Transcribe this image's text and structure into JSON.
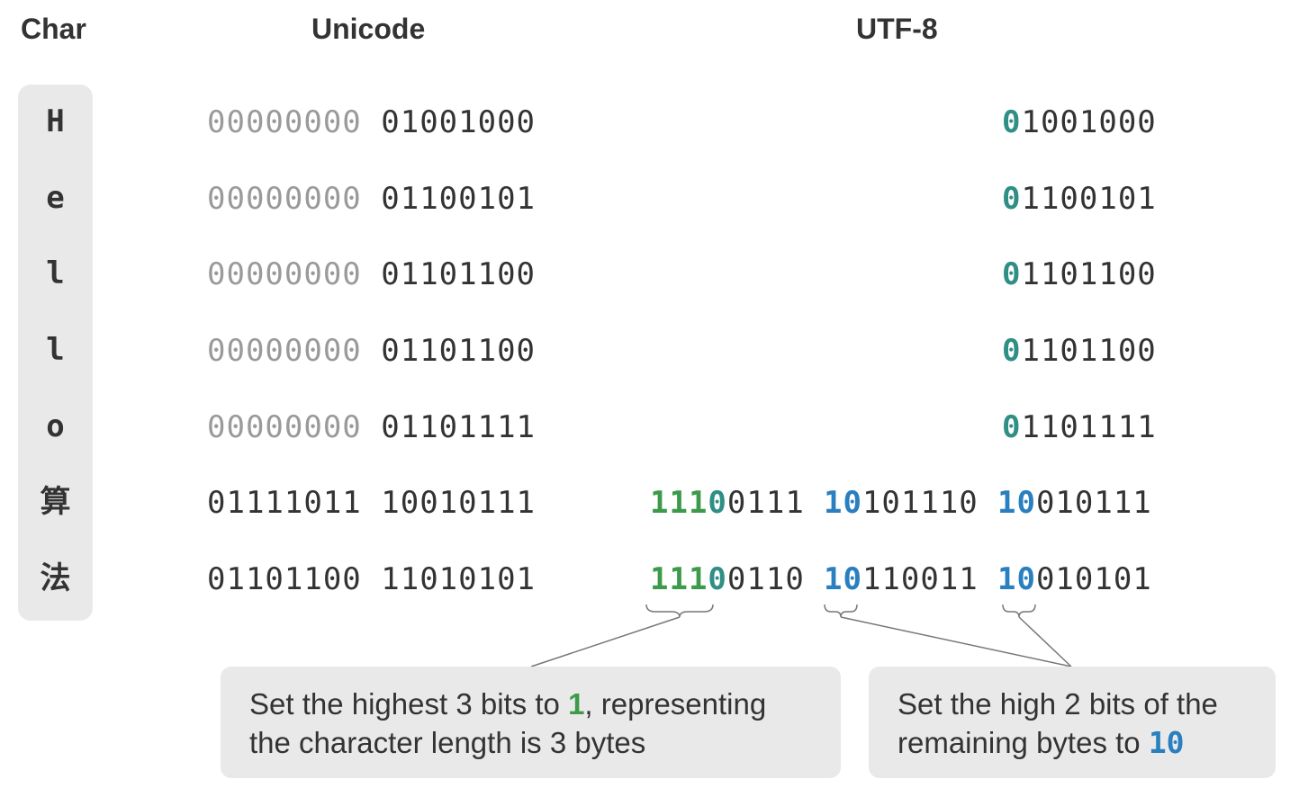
{
  "headers": {
    "char": "Char",
    "unicode": "Unicode",
    "utf8": "UTF-8"
  },
  "rows": [
    {
      "char": "H",
      "unicode_high": "00000000",
      "unicode_low": "01001000",
      "utf8_prefix": "0",
      "utf8_rest": "1001000"
    },
    {
      "char": "e",
      "unicode_high": "00000000",
      "unicode_low": "01100101",
      "utf8_prefix": "0",
      "utf8_rest": "1100101"
    },
    {
      "char": "l",
      "unicode_high": "00000000",
      "unicode_low": "01101100",
      "utf8_prefix": "0",
      "utf8_rest": "1101100"
    },
    {
      "char": "l",
      "unicode_high": "00000000",
      "unicode_low": "01101100",
      "utf8_prefix": "0",
      "utf8_rest": "1101100"
    },
    {
      "char": "o",
      "unicode_high": "00000000",
      "unicode_low": "01101111",
      "utf8_prefix": "0",
      "utf8_rest": "1101111"
    },
    {
      "char": "算",
      "unicode_high": "01111011",
      "unicode_low": "10010111",
      "b1_lead": "111",
      "b1_sep": "0",
      "b1_rest": "0111",
      "b2_prefix": "10",
      "b2_rest": "101110",
      "b3_prefix": "10",
      "b3_rest": "010111"
    },
    {
      "char": "法",
      "unicode_high": "01101100",
      "unicode_low": "11010101",
      "b1_lead": "111",
      "b1_sep": "0",
      "b1_rest": "0110",
      "b2_prefix": "10",
      "b2_rest": "110011",
      "b3_prefix": "10",
      "b3_rest": "010101"
    }
  ],
  "callouts": {
    "left": {
      "line1_a": "Set the highest 3 bits to ",
      "line1_em": "1",
      "line1_b": ", representing",
      "line2": "the character length is 3 bytes"
    },
    "right": {
      "line1": "Set the high 2 bits of the",
      "line2_a": "remaining bytes to ",
      "line2_em": "10"
    }
  },
  "colors": {
    "gray": "#9a9a9a",
    "teal": "#2f8f85",
    "green": "#3d9a4a",
    "blue": "#2a7fc0",
    "panel": "#e9e9e9"
  }
}
